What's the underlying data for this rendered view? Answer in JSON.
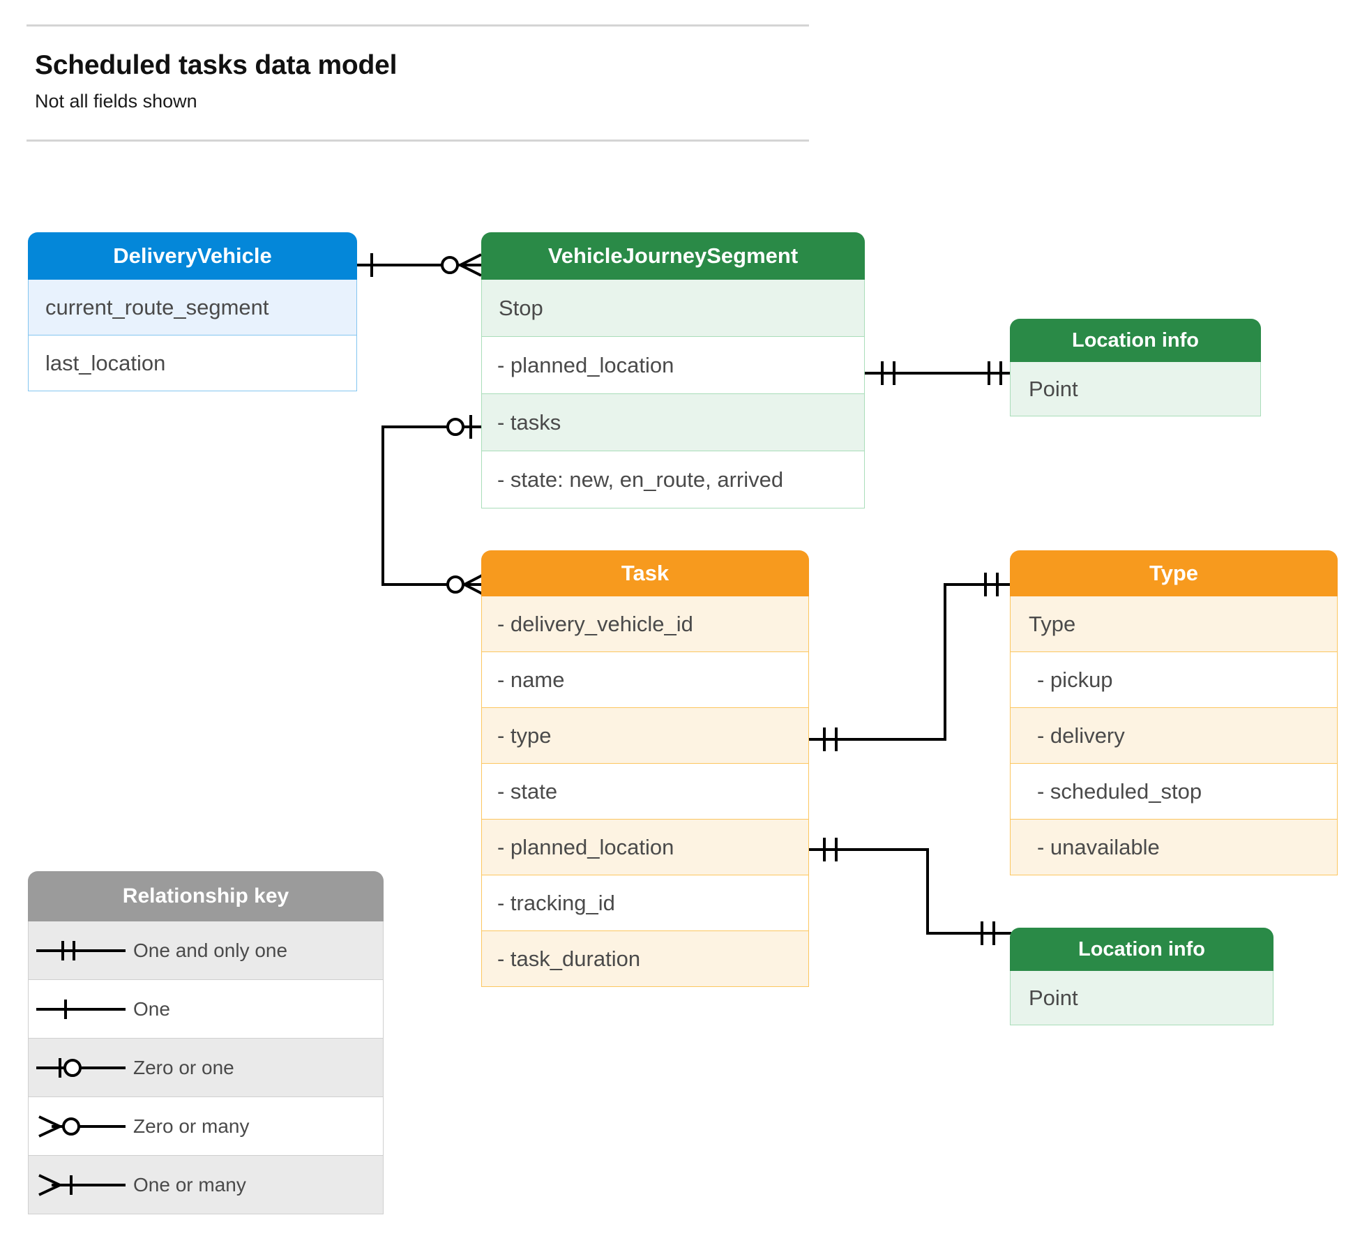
{
  "header": {
    "title": "Scheduled tasks data model",
    "subtitle": "Not all fields shown"
  },
  "colors": {
    "blue_header": "#0487d9",
    "blue_row_alt": "#e8f2fd",
    "blue_border": "#83c5f0",
    "green_header": "#2a8a47",
    "green_row_alt": "#e8f4ec",
    "green_border": "#a9ddb9",
    "orange_header": "#f79a1e",
    "orange_row_alt": "#fdf3e2",
    "orange_border": "#fcc65f",
    "gray_header": "#9b9b9b",
    "gray_row_alt": "#eaeaea",
    "gray_border": "#cfcfcf",
    "connector_line": "#000000",
    "text": "#4a4a4a"
  },
  "entities": {
    "delivery_vehicle": {
      "title": "DeliveryVehicle",
      "rows": [
        "current_route_segment",
        "last_location"
      ]
    },
    "vehicle_journey_segment": {
      "title": "VehicleJourneySegment",
      "rows": [
        "Stop",
        "-  planned_location",
        "- tasks",
        "- state: new, en_route, arrived"
      ]
    },
    "location_info_top": {
      "title": "Location info",
      "rows": [
        "Point"
      ]
    },
    "location_info_bottom": {
      "title": "Location info",
      "rows": [
        "Point"
      ]
    },
    "task": {
      "title": "Task",
      "rows": [
        "- delivery_vehicle_id",
        "- name",
        "- type",
        "- state",
        "- planned_location",
        "- tracking_id",
        "- task_duration"
      ]
    },
    "type": {
      "title": "Type",
      "rows": [
        "Type",
        "-   pickup",
        "-   delivery",
        "-   scheduled_stop",
        "-   unavailable"
      ]
    }
  },
  "relationship_key": {
    "title": "Relationship key",
    "items": [
      {
        "glyph": "one-and-only-one-icon",
        "label": "One and only one"
      },
      {
        "glyph": "one-icon",
        "label": "One"
      },
      {
        "glyph": "zero-or-one-icon",
        "label": "Zero or one"
      },
      {
        "glyph": "zero-or-many-icon",
        "label": "Zero or many"
      },
      {
        "glyph": "one-or-many-icon",
        "label": "One or many"
      }
    ]
  },
  "relationships": [
    {
      "name": "deliveryvehicle-to-vehiclejourneysegment",
      "from": "DeliveryVehicle",
      "to": "VehicleJourneySegment",
      "from_cardinality": "One",
      "to_cardinality": "Zero or many"
    },
    {
      "name": "vehiclejourneysegment-plannedlocation-to-locationinfo",
      "from": "VehicleJourneySegment.planned_location",
      "to": "Location info",
      "from_cardinality": "One and only one",
      "to_cardinality": "One and only one"
    },
    {
      "name": "vehiclejourneysegment-tasks-to-task",
      "from": "VehicleJourneySegment.tasks",
      "to": "Task",
      "from_cardinality": "Zero or one",
      "to_cardinality": "Zero or many"
    },
    {
      "name": "task-type-to-type",
      "from": "Task.type",
      "to": "Type",
      "from_cardinality": "One and only one",
      "to_cardinality": "One and only one"
    },
    {
      "name": "task-plannedlocation-to-locationinfo",
      "from": "Task.planned_location",
      "to": "Location info",
      "from_cardinality": "One and only one",
      "to_cardinality": "One and only one"
    }
  ]
}
